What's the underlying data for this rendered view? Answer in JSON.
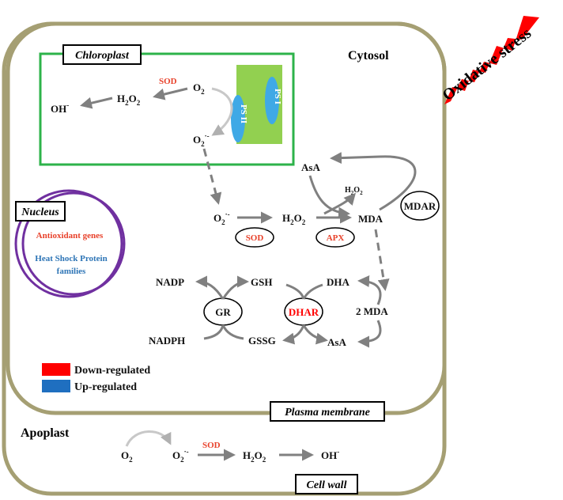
{
  "compartments": {
    "cytosol": "Cytosol",
    "chloroplast": "Chloroplast",
    "nucleus": "Nucleus",
    "apoplast": "Apoplast",
    "plasma_membrane": "Plasma membrane",
    "cell_wall": "Cell wall"
  },
  "stress": "Oxidative stress",
  "chloroplast": {
    "o2": "O",
    "o2_sub": "2",
    "superoxide": "O",
    "superoxide_sub": "2",
    "superoxide_sup": "·-",
    "h2o2_h": "H",
    "h2o2_sub1": "2",
    "h2o2_o": "O",
    "h2o2_sub2": "2",
    "oh": "OH",
    "oh_sup": "-",
    "sod": "SOD",
    "psi": "PS I",
    "psii": "PS II"
  },
  "nucleus": {
    "antioxidant": "Antioxidant genes",
    "hsp_line1": "Heat Shock Protein",
    "hsp_line2": "families"
  },
  "cycle": {
    "superoxide": "O",
    "superoxide_sub": "2",
    "superoxide_sup": "·-",
    "h2o2_h": "H",
    "h2o2_sub1": "2",
    "h2o2_o": "O",
    "h2o2_sub2": "2",
    "h2o2_small_h": "H",
    "h2o2_small_sub1": "2",
    "h2o2_small_o": "O",
    "h2o2_small_sub2": "2",
    "asa_top": "AsA",
    "mda": "MDA",
    "mdar": "MDAR",
    "sod": "SOD",
    "apx": "APX",
    "two_mda": "2 MDA",
    "dha": "DHA",
    "gsh": "GSH",
    "nadp": "NADP",
    "gr": "GR",
    "dhar": "DHAR",
    "nadph": "NADPH",
    "gssg": "GSSG",
    "asa_bottom": "AsA"
  },
  "legend": {
    "down": "Down-regulated",
    "up": "Up-regulated",
    "down_color": "#ff0000",
    "up_color": "#1f6fc0"
  },
  "apoplast": {
    "o2": "O",
    "o2_sub": "2",
    "superoxide": "O",
    "superoxide_sub": "2",
    "superoxide_sup": "·-",
    "sod": "SOD",
    "h2o2_h": "H",
    "h2o2_sub1": "2",
    "h2o2_o": "O",
    "h2o2_sub2": "2",
    "oh": "OH",
    "oh_sup": "-"
  },
  "colors": {
    "cell_wall": "#a59f73",
    "chloroplast_border": "#2db34a",
    "thylakoid": "#92d050",
    "photosystem": "#3fa9e6",
    "nucleus": "#7030a0",
    "arrow": "#808080",
    "red_text": "#e8412a",
    "blue_text": "#2e75b6",
    "stress": "#ff0000"
  }
}
